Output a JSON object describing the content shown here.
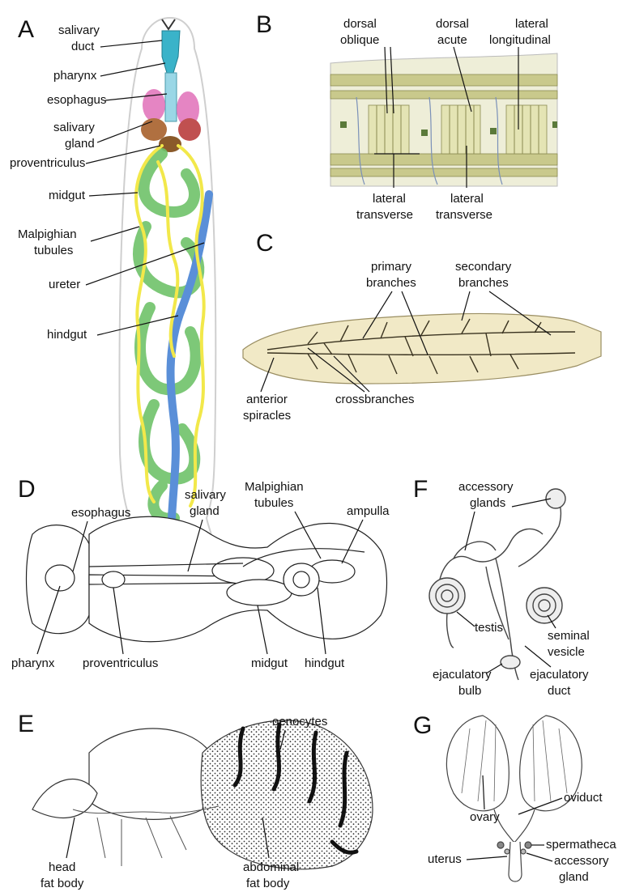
{
  "panels": {
    "A": {
      "letter": "A",
      "labels": {
        "salivary_duct_1": "salivary",
        "salivary_duct_2": "duct",
        "pharynx": "pharynx",
        "esophagus": "esophagus",
        "salivary_gland_1": "salivary",
        "salivary_gland_2": "gland",
        "proventriculus": "proventriculus",
        "midgut": "midgut",
        "malpighian_1": "Malpighian",
        "malpighian_2": "tubules",
        "ureter": "ureter",
        "hindgut": "hindgut"
      }
    },
    "B": {
      "letter": "B",
      "labels": {
        "dorsal_oblique_1": "dorsal",
        "dorsal_oblique_2": "oblique",
        "dorsal_acute_1": "dorsal",
        "dorsal_acute_2": "acute",
        "lateral_longitudinal_1": "lateral",
        "lateral_longitudinal_2": "longitudinal",
        "lateral_transverse_a_1": "lateral",
        "lateral_transverse_a_2": "transverse",
        "lateral_transverse_b_1": "lateral",
        "lateral_transverse_b_2": "transverse"
      }
    },
    "C": {
      "letter": "C",
      "labels": {
        "primary_1": "primary",
        "primary_2": "branches",
        "secondary_1": "secondary",
        "secondary_2": "branches",
        "anterior_1": "anterior",
        "anterior_2": "spiracles",
        "crossbranches": "crossbranches"
      }
    },
    "D": {
      "letter": "D",
      "labels": {
        "esophagus": "esophagus",
        "salivary_gland_1": "salivary",
        "salivary_gland_2": "gland",
        "malpighian_1": "Malpighian",
        "malpighian_2": "tubules",
        "ampulla": "ampulla",
        "pharynx": "pharynx",
        "proventriculus": "proventriculus",
        "midgut": "midgut",
        "hindgut": "hindgut"
      }
    },
    "E": {
      "letter": "E",
      "labels": {
        "oenocytes": "oenocytes",
        "head_fat_1": "head",
        "head_fat_2": "fat body",
        "abdominal_fat_1": "abdominal",
        "abdominal_fat_2": "fat body"
      }
    },
    "F": {
      "letter": "F",
      "labels": {
        "accessory_1": "accessory",
        "accessory_2": "glands",
        "testis": "testis",
        "seminal_1": "seminal",
        "seminal_2": "vesicle",
        "ejac_bulb_1": "ejaculatory",
        "ejac_bulb_2": "bulb",
        "ejac_duct_1": "ejaculatory",
        "ejac_duct_2": "duct"
      }
    },
    "G": {
      "letter": "G",
      "labels": {
        "ovary": "ovary",
        "oviduct": "oviduct",
        "spermatheca": "spermatheca",
        "uterus": "uterus",
        "accessory_gland_1": "accessory",
        "accessory_gland_2": "gland"
      }
    }
  },
  "colors": {
    "larva_body_outline": "#cfcfcf",
    "salivary_duct": "#3ab3c9",
    "esophagus": "#e070b8",
    "salivary_gland": "#b07040",
    "malpighian": "#f2e84a",
    "midgut": "#6fc36a",
    "hindgut": "#5a8fd8",
    "muscle": "#c9c98c",
    "trachea_body": "#f1e9c6"
  }
}
